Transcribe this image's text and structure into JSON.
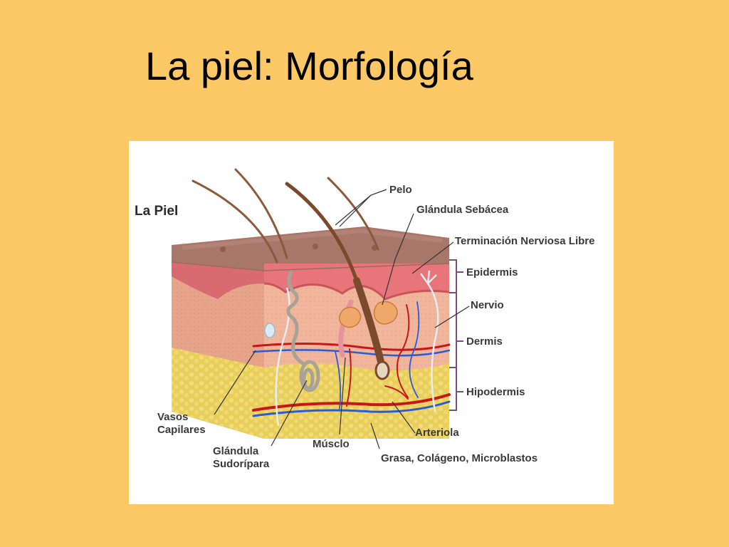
{
  "slide": {
    "title": "La piel: Morfología"
  },
  "figure": {
    "title": "La Piel",
    "labels": {
      "pelo": "Pelo",
      "glandula_sebacea": "Glándula Sebácea",
      "terminacion_nerviosa": "Terminación Nerviosa Libre",
      "epidermis": "Epidermis",
      "nervio": "Nervio",
      "dermis": "Dermis",
      "hipodermis": "Hipodermis",
      "vasos_1": "Vasos",
      "vasos_2": "Capilares",
      "glandula_sud_1": "Glándula",
      "glandula_sud_2": "Sudorípara",
      "musculo": "Músclo",
      "arteriola": "Arteriola",
      "grasa": "Grasa, Colágeno, Microblastos"
    }
  },
  "colors": {
    "background": "#FDC966",
    "epidermis": "#E8757A",
    "dermis": "#E9A98E",
    "hipodermis": "#E6CC55",
    "surface": "#A9776A",
    "hair": "#7B4A2C",
    "artery": "#C8161B",
    "vein": "#2B5BD6",
    "bracket": "#7A4F80"
  }
}
